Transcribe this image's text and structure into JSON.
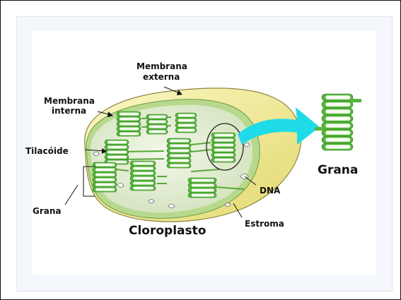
{
  "labels": {
    "membrana_externa_line1": "Membrana",
    "membrana_externa_line2": "externa",
    "membrana_interna_line1": "Membrana",
    "membrana_interna_line2": "interna",
    "tilacoide": "Tilacóide",
    "grana_left": "Grana",
    "dna": "DNA",
    "estroma": "Estroma",
    "cloroplasto": "Cloroplasto",
    "grana_right": "Grana"
  },
  "colors": {
    "outer_membrane": "#f3eda0",
    "inner_membrane": "#b3d68a",
    "stroma": "#e2ebd3",
    "thylakoid_green": "#56b53a",
    "thylakoid_light": "#f5fbef",
    "arrow": "#1fdbe8"
  }
}
